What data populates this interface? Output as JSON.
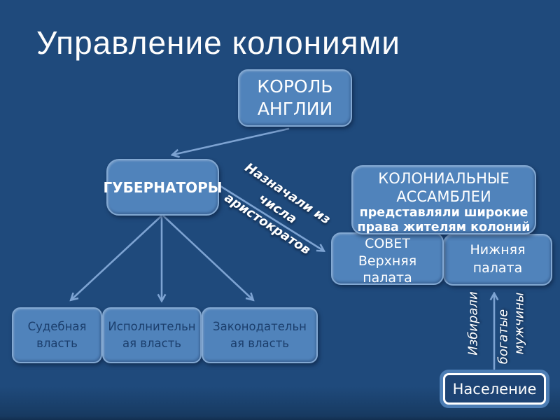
{
  "title": "Управление колониями",
  "nodes": {
    "king": "КОРОЛЬ\nАНГЛИИ",
    "governors": "ГУБЕРНАТОРЫ",
    "assemblies_title": "КОЛОНИАЛЬНЫЕ\nАССАМБЛЕИ",
    "assemblies_subtitle": "представляли широкие\nправа жителям колоний",
    "council": "СОВЕТ\nВерхняя\nпалата",
    "lower_house": "Нижняя\nпалата",
    "judicial": "Судебная\nвласть",
    "executive": "Исполнительн\nая власть",
    "legislative": "Законодательн\nая власть",
    "population": "Население"
  },
  "edge_labels": {
    "appointed": "Назначали из\nчисла\nаристократов",
    "elected": "Избирали",
    "rich": "богатые",
    "men": "мужчины"
  },
  "colors": {
    "background": "#1f4a7c",
    "box_fill": "#5083bb",
    "box_border": "#82a8d2",
    "box_text_light": "#ffffff",
    "box_text_dark": "#1b3e6c",
    "arrow": "#7da3d2",
    "population_outline": "#4c7db4"
  }
}
